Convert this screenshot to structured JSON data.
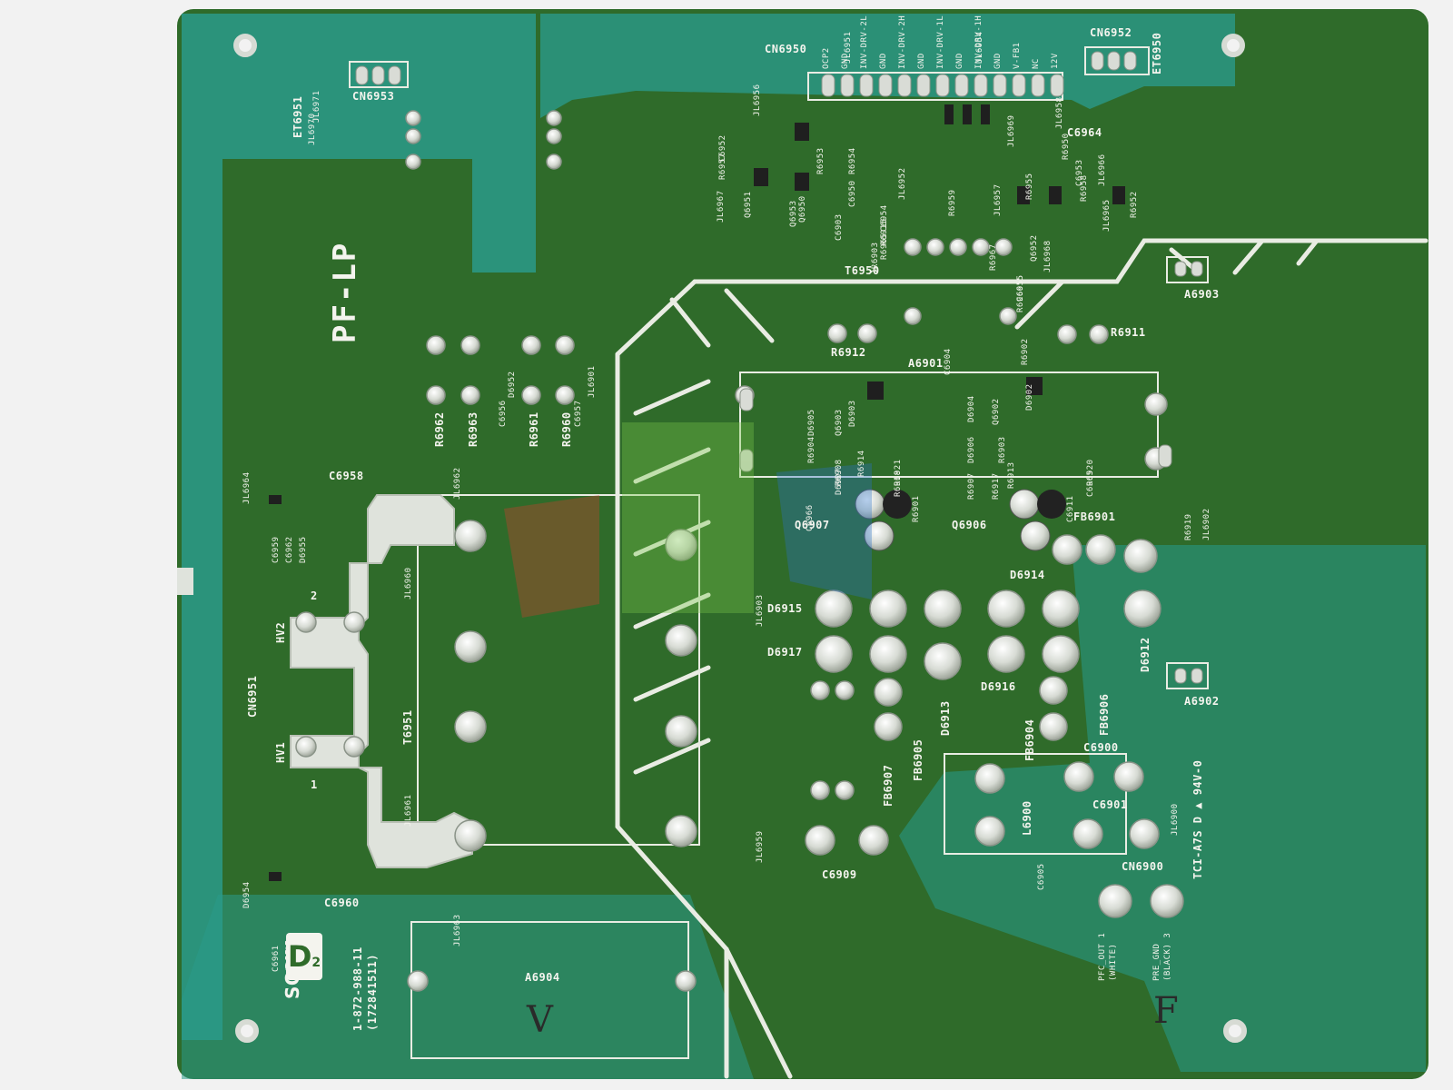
{
  "board": {
    "model": "PF-LP",
    "brand": "SONY",
    "grade": "D",
    "grade_suffix": "2",
    "part_number": "1-872-988-11",
    "part_code": "(172841511)",
    "rating": "TCI-A7S D ▲ 94V-0",
    "markings": [
      "V",
      "F"
    ],
    "colors": {
      "solder_mask_dark": "#2f6b2a",
      "solder_mask_light": "#2a9a8a",
      "silkscreen": "#f4f4ee",
      "solder": "#d9dcd6"
    }
  },
  "designators": {
    "cn6950": "CN6950",
    "cn6952": "CN6952",
    "cn6953": "CN6953",
    "et6950": "ET6950",
    "et6951": "ET6951",
    "t6950": "T6950",
    "a6903": "A6903",
    "a6901": "A6901",
    "r6911": "R6911",
    "r6912": "R6912",
    "r6962": "R6962",
    "r6963": "R6963",
    "r6961": "R6961",
    "r6960": "R6960",
    "c6958": "C6958",
    "c6964": "C6964",
    "q6907": "Q6907",
    "q6906": "Q6906",
    "fb6901": "FB6901",
    "d6914": "D6914",
    "d6915": "D6915",
    "d6917": "D6917",
    "d6913": "D6913",
    "d6916": "D6916",
    "d6912": "D6912",
    "a6902": "A6902",
    "fb6904": "FB6904",
    "fb6906": "FB6906",
    "fb6905": "FB6905",
    "fb6907": "FB6907",
    "c6900": "C6900",
    "c6901": "C6901",
    "l6900": "L6900",
    "cn6900": "CN6900",
    "c6909": "C6909",
    "c6960": "C6960",
    "cn6951": "CN6951",
    "t6951": "T6951",
    "hv1": "HV1",
    "hv2": "HV2",
    "a6904": "A6904",
    "pin_1": "1",
    "pin_2": "2"
  },
  "cn6950_pins": [
    "OCP2",
    "GND",
    "INV-DRV-2L",
    "GND",
    "INV-DRV-2H",
    "GND",
    "INV-DRV-1L",
    "GND",
    "INV-DRV-1H",
    "GND",
    "V-FB1",
    "NC",
    "12V"
  ],
  "small_labels": [
    "JL6951",
    "JL6954",
    "JL6956",
    "JL6958",
    "JL6969",
    "R6950",
    "R6957",
    "C6952",
    "R6954",
    "R6953",
    "C6950",
    "JL6952",
    "R6959",
    "JL6957",
    "R6955",
    "R6958",
    "C6953",
    "JL6966",
    "R6952",
    "C6954",
    "R6915",
    "R6965",
    "JR6903",
    "R6967",
    "C6955",
    "R6966",
    "JL6968",
    "Q6952",
    "Q6950",
    "Q6951",
    "Q6953",
    "JL6965",
    "JL6967",
    "C6903",
    "C6904",
    "R6902",
    "D6905",
    "Q6903",
    "D6903",
    "R6904",
    "R6908",
    "D6907",
    "R6914",
    "R6921",
    "R6918",
    "C6966",
    "R6901",
    "D6904",
    "Q6902",
    "D6902",
    "D6906",
    "R6903",
    "R6907",
    "R6917",
    "R6913",
    "R6920",
    "C6965",
    "C6911",
    "R6919",
    "JL6902",
    "JL6903",
    "JL6959",
    "JL6960",
    "JL6961",
    "JL6962",
    "JL6963",
    "JL6964",
    "D6954",
    "C6959",
    "C6962",
    "D6955",
    "C6961",
    "C6963",
    "D6953",
    "C6956",
    "D6952",
    "C6957",
    "JL6901",
    "JL6900",
    "C6905",
    "JL6970",
    "JL6971"
  ],
  "cn6900_pins": {
    "pin1": "PFC_OUT 1",
    "pin1_note": "(WHITE)",
    "pin3": "PRE_GND",
    "pin3_note": "(BLACK) 3"
  }
}
